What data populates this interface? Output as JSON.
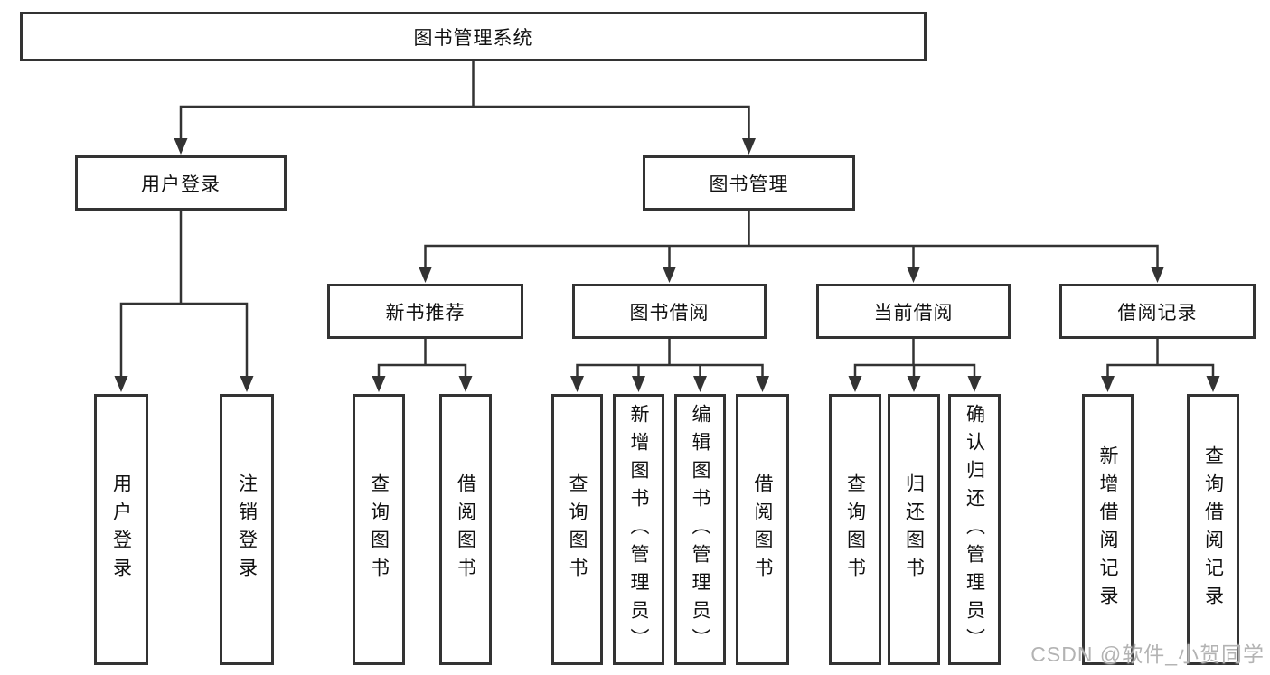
{
  "diagram": {
    "root": {
      "label": "图书管理系统"
    },
    "level2": [
      {
        "label": "用户登录"
      },
      {
        "label": "图书管理"
      }
    ],
    "level3": [
      {
        "label": "新书推荐"
      },
      {
        "label": "图书借阅"
      },
      {
        "label": "当前借阅"
      },
      {
        "label": "借阅记录"
      }
    ],
    "leaves": {
      "user_login": [
        "用户登录",
        "注销登录"
      ],
      "new_book_recommend": [
        "查询图书",
        "借阅图书"
      ],
      "book_borrow": [
        "查询图书",
        "新增图书（管理员）",
        "编辑图书（管理员）",
        "借阅图书"
      ],
      "current_borrow": [
        "查询图书",
        "归还图书",
        "确认归还（管理员）"
      ],
      "borrow_records": [
        "新增借阅记录",
        "查询借阅记录"
      ]
    }
  },
  "watermark": {
    "text": "CSDN @软件_小贺同学"
  },
  "colors": {
    "line": "#333333",
    "box_border": "#333333",
    "text": "#111111",
    "background": "#ffffff",
    "watermark": "#b3b3b3"
  }
}
